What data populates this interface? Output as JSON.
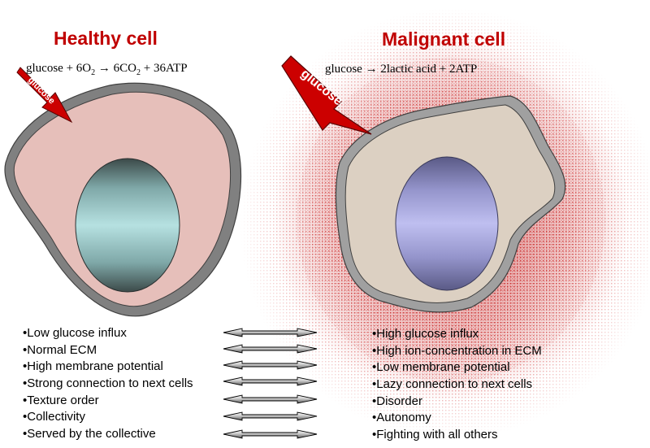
{
  "healthy": {
    "title": "Healthy cell",
    "glucose_label": "glucose",
    "equation": {
      "reactant": "glucose",
      "o2_coef": "6",
      "o2_base": "O",
      "o2_sub": "2",
      "co2_coef": "6",
      "co2_base": "CO",
      "co2_sub": "2",
      "atp": "36ATP"
    },
    "properties": [
      "Low glucose influx",
      "Normal ECM",
      "High membrane potential",
      "Strong connection to next cells",
      "Texture order",
      "Collectivity",
      "Served by the collective"
    ]
  },
  "malignant": {
    "title": "Malignant cell",
    "glucose_label": "glucose",
    "equation": {
      "reactant": "glucose",
      "product": "2lactic acid",
      "atp": "2ATP"
    },
    "properties": [
      "High glucose influx",
      "High ion-concentration in ECM",
      "Low membrane potential",
      "Lazy connection to next cells",
      "Disorder",
      "Autonomy",
      "Fighting with all others"
    ]
  },
  "colors": {
    "title": "#c00000",
    "arrow": "#cc0000",
    "membrane": "#808080",
    "healthy_cytoplasm": "#e6bfba",
    "malignant_cytoplasm": "#dcd0c2",
    "healthy_nucleus": "#b6e1e1",
    "malignant_nucleus": "#b4b4e8",
    "halo": "#c21818"
  },
  "icons": [
    "glucose-arrow",
    "double-headed-arrow"
  ]
}
